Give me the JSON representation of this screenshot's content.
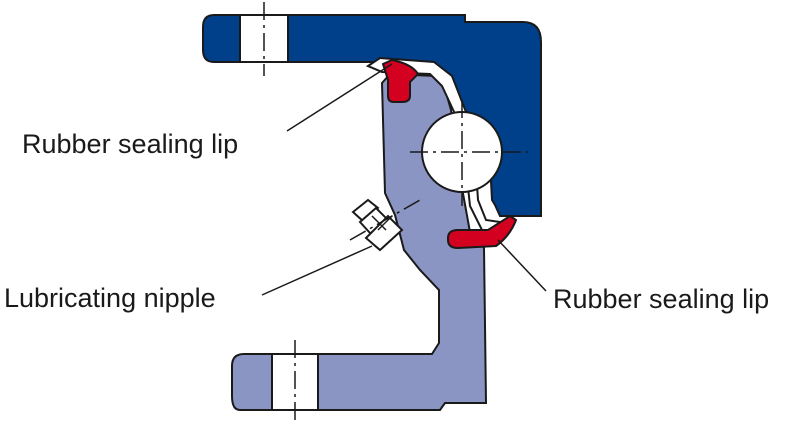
{
  "labels": {
    "rubber_sealing_lip_top": "Rubber sealing lip",
    "lubricating_nipple": "Lubricating nipple",
    "rubber_sealing_lip_right": "Rubber sealing lip"
  },
  "colors": {
    "outer_ring": "#003f8a",
    "housing": "#8a95c4",
    "seal_lip": "#d4001f",
    "shield": "#ffffff",
    "outline": "#1a1a1a",
    "background": "#ffffff"
  }
}
